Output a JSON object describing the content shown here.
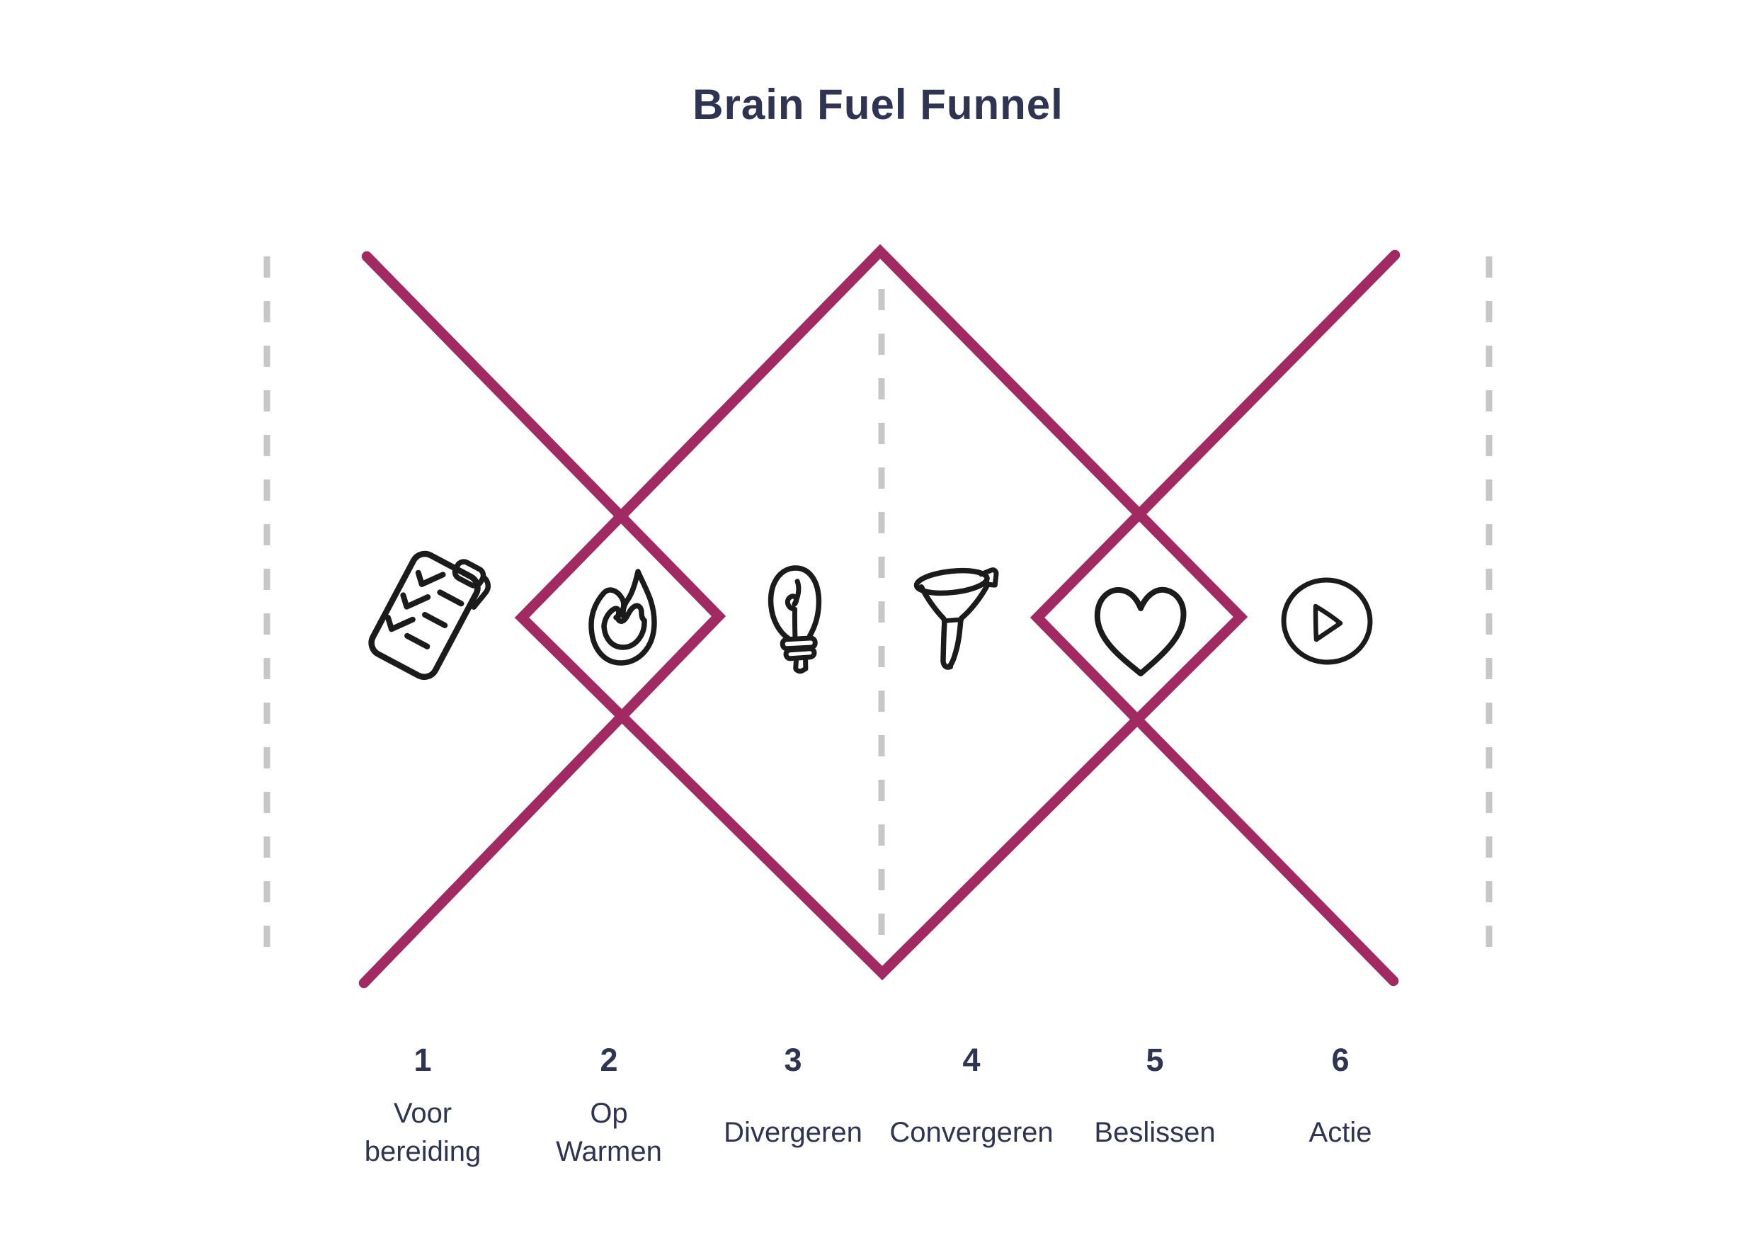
{
  "title": "Brain Fuel Funnel",
  "colors": {
    "background": "#FFFFFF",
    "accent": "#A12A62",
    "guide": "#C7C7C7",
    "text": "#2E3452",
    "icon": "#1B1B1B"
  },
  "phases": [
    {
      "number": "1",
      "label": "Voor\nbereiding",
      "icon": "checklist-icon"
    },
    {
      "number": "2",
      "label": "Op\nWarmen",
      "icon": "flame-icon"
    },
    {
      "number": "3",
      "label": "Divergeren",
      "icon": "lightbulb-icon"
    },
    {
      "number": "4",
      "label": "Convergeren",
      "icon": "funnel-icon"
    },
    {
      "number": "5",
      "label": "Beslissen",
      "icon": "heart-icon"
    },
    {
      "number": "6",
      "label": "Actie",
      "icon": "play-icon"
    }
  ]
}
